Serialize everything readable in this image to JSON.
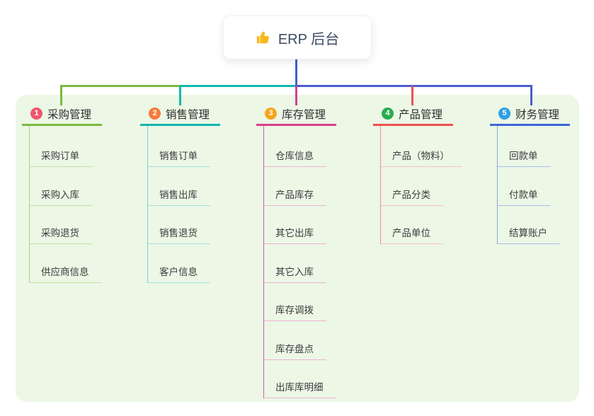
{
  "root": {
    "label": "ERP 后台",
    "icon": "thumbs-up"
  },
  "colors": {
    "panel": "#ecf7e6",
    "trunk": "#4a5ecf"
  },
  "branches": [
    {
      "badge": "1",
      "label": "采购管理",
      "color": "#7cb93e",
      "line_color": "#a9d07e",
      "sub_color": "#c3e0a2",
      "badge_color": "#f0566e",
      "children": [
        "采购订单",
        "采购入库",
        "采购退货",
        "供应商信息"
      ]
    },
    {
      "badge": "2",
      "label": "销售管理",
      "color": "#12b7ae",
      "line_color": "#7fd0ca",
      "sub_color": "#a5ded9",
      "badge_color": "#f57b3c",
      "children": [
        "销售订单",
        "销售出库",
        "销售退货",
        "客户信息"
      ]
    },
    {
      "badge": "3",
      "label": "库存管理",
      "color": "#d6418e",
      "line_color": "#d15f9e",
      "sub_color": "#eeb3d3",
      "badge_color": "#f7a41d",
      "children": [
        "仓库信息",
        "产品库存",
        "其它出库",
        "其它入库",
        "库存调拨",
        "库存盘点",
        "出库库明细"
      ]
    },
    {
      "badge": "4",
      "label": "产品管理",
      "color": "#f0504f",
      "line_color": "#f08f8f",
      "sub_color": "#f7c0c0",
      "badge_color": "#29ad4f",
      "children": [
        "产品（物料）",
        "产品分类",
        "产品单位"
      ]
    },
    {
      "badge": "5",
      "label": "财务管理",
      "color": "#3f66d4",
      "line_color": "#8aa3da",
      "sub_color": "#aabfe4",
      "badge_color": "#2ea0e4",
      "children": [
        "回款单",
        "付款单",
        "结算账户"
      ]
    }
  ]
}
